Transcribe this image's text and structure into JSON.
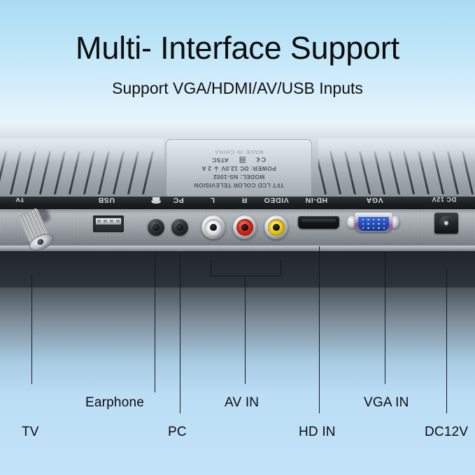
{
  "header": {
    "title": "Multi- Interface Support",
    "subtitle": "Support VGA/HDMI/AV/USB Inputs"
  },
  "product_label": {
    "line1": "TFT LCD COLOR TELEVISION",
    "line2": "MODEL:  NS-1002",
    "line3": "POWER: DC 12.0V ⏚ 2 A",
    "cert_ce": "C €",
    "cert_square": "回",
    "cert_atsc": "ATSC",
    "line5": "MADE IN CHINA"
  },
  "panel_silk_labels": [
    {
      "name": "tv",
      "text": "ᴛᴠ",
      "icon": "antenna-icon"
    },
    {
      "name": "usb",
      "text": "USB"
    },
    {
      "name": "earphone",
      "text": "☎",
      "icon": "headphone-icon"
    },
    {
      "name": "pc",
      "text": "PC"
    },
    {
      "name": "audio-left",
      "text": "L"
    },
    {
      "name": "audio-right",
      "text": "R"
    },
    {
      "name": "video",
      "text": "VIDEO"
    },
    {
      "name": "hd-in",
      "text": "HD-IN"
    },
    {
      "name": "vga",
      "text": "VGA"
    },
    {
      "name": "dc-12v",
      "text": "DC 12V"
    }
  ],
  "callouts": [
    {
      "name": "tv",
      "label": "TV"
    },
    {
      "name": "earphone",
      "label": "Earphone"
    },
    {
      "name": "pc",
      "label": "PC"
    },
    {
      "name": "av-in",
      "label": "AV IN"
    },
    {
      "name": "hd-in",
      "label": "HD IN"
    },
    {
      "name": "vga-in",
      "label": "VGA IN"
    },
    {
      "name": "dc12v",
      "label": "DC12V"
    }
  ],
  "colors": {
    "background_top": "#a9dcf4",
    "background_bottom": "#c3e3f8",
    "rca_left": "#ffffff",
    "rca_right": "#e02718",
    "rca_video": "#f2ce14",
    "vga_connector": "#2450bb",
    "text": "#0c0c0c"
  }
}
